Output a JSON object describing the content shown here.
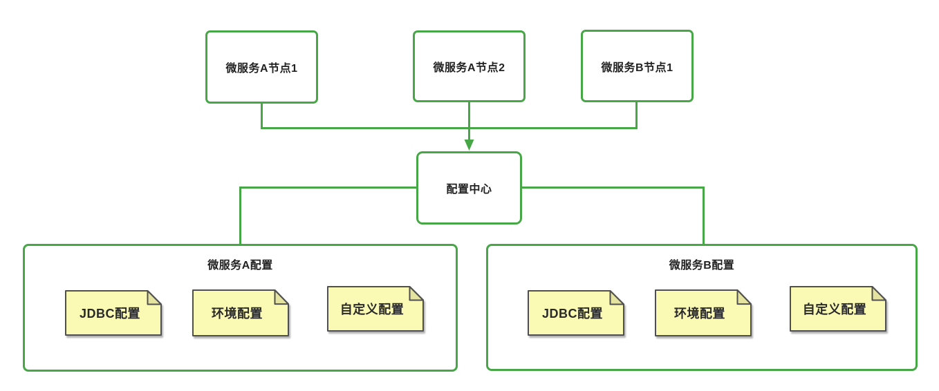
{
  "diagram": {
    "colors": {
      "green": "#47a747",
      "note_fill": "#fafab4",
      "note_fold": "#e4e4a0",
      "note_border": "#4f4f4f"
    },
    "nodes": {
      "service_a_node1": "微服务A节点1",
      "service_a_node2": "微服务A节点2",
      "service_b_node1": "微服务B节点1",
      "config_center": "配置中心"
    },
    "groups": [
      {
        "title": "微服务A配置",
        "notes": [
          "JDBC配置",
          "环境配置",
          "自定义配置"
        ]
      },
      {
        "title": "微服务B配置",
        "notes": [
          "JDBC配置",
          "环境配置",
          "自定义配置"
        ]
      }
    ]
  }
}
